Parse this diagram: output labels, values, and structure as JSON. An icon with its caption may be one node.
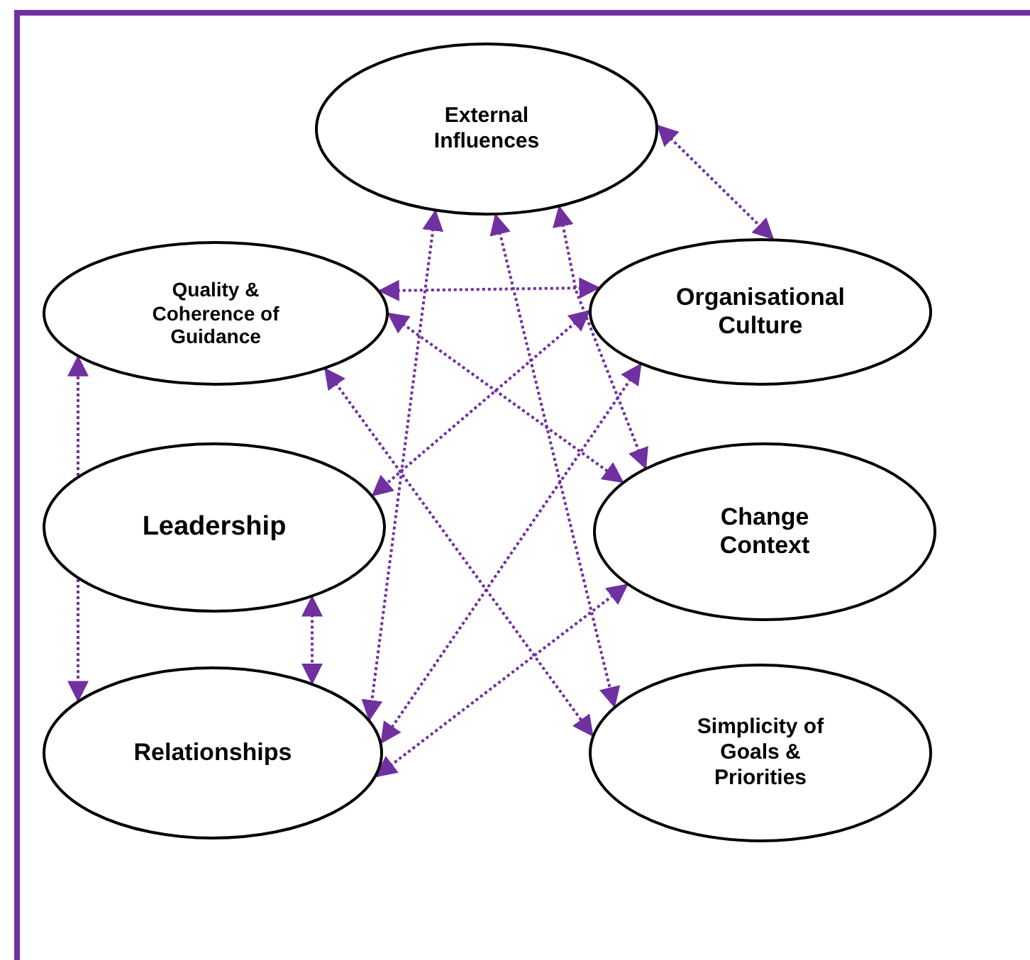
{
  "diagram": {
    "nodes": [
      {
        "text": [
          "External Influences"
        ]
      },
      {
        "text": [
          "Quality & Coherence of Guidance"
        ]
      },
      {
        "text": [
          "Organisational Culture"
        ]
      },
      {
        "text": [
          "Leadership"
        ]
      },
      {
        "text": [
          "Change Context"
        ]
      },
      {
        "text": [
          "Relationships"
        ]
      },
      {
        "text": [
          "Simplicity of Goals & Priorities"
        ]
      }
    ],
    "edges": [
      {
        "from": 0,
        "to": 2,
        "arrow": "both"
      },
      {
        "from": 0,
        "to": 5,
        "arrow": "both"
      },
      {
        "from": 0,
        "to": 6,
        "arrow": "both"
      },
      {
        "from": 0,
        "to": 4,
        "arrow": "both"
      },
      {
        "from": 1,
        "to": 2,
        "arrow": "both"
      },
      {
        "from": 1,
        "to": 4,
        "arrow": "both"
      },
      {
        "from": 1,
        "to": 6,
        "arrow": "both"
      },
      {
        "from": 3,
        "to": 1,
        "arrow": "to"
      },
      {
        "from": 3,
        "to": 5,
        "arrow": "to"
      },
      {
        "from": 3,
        "to": 5,
        "arrow": "both"
      },
      {
        "from": 2,
        "to": 3,
        "arrow": "both"
      },
      {
        "from": 2,
        "to": 5,
        "arrow": "both"
      },
      {
        "from": 4,
        "to": 5,
        "arrow": "both"
      }
    ]
  }
}
